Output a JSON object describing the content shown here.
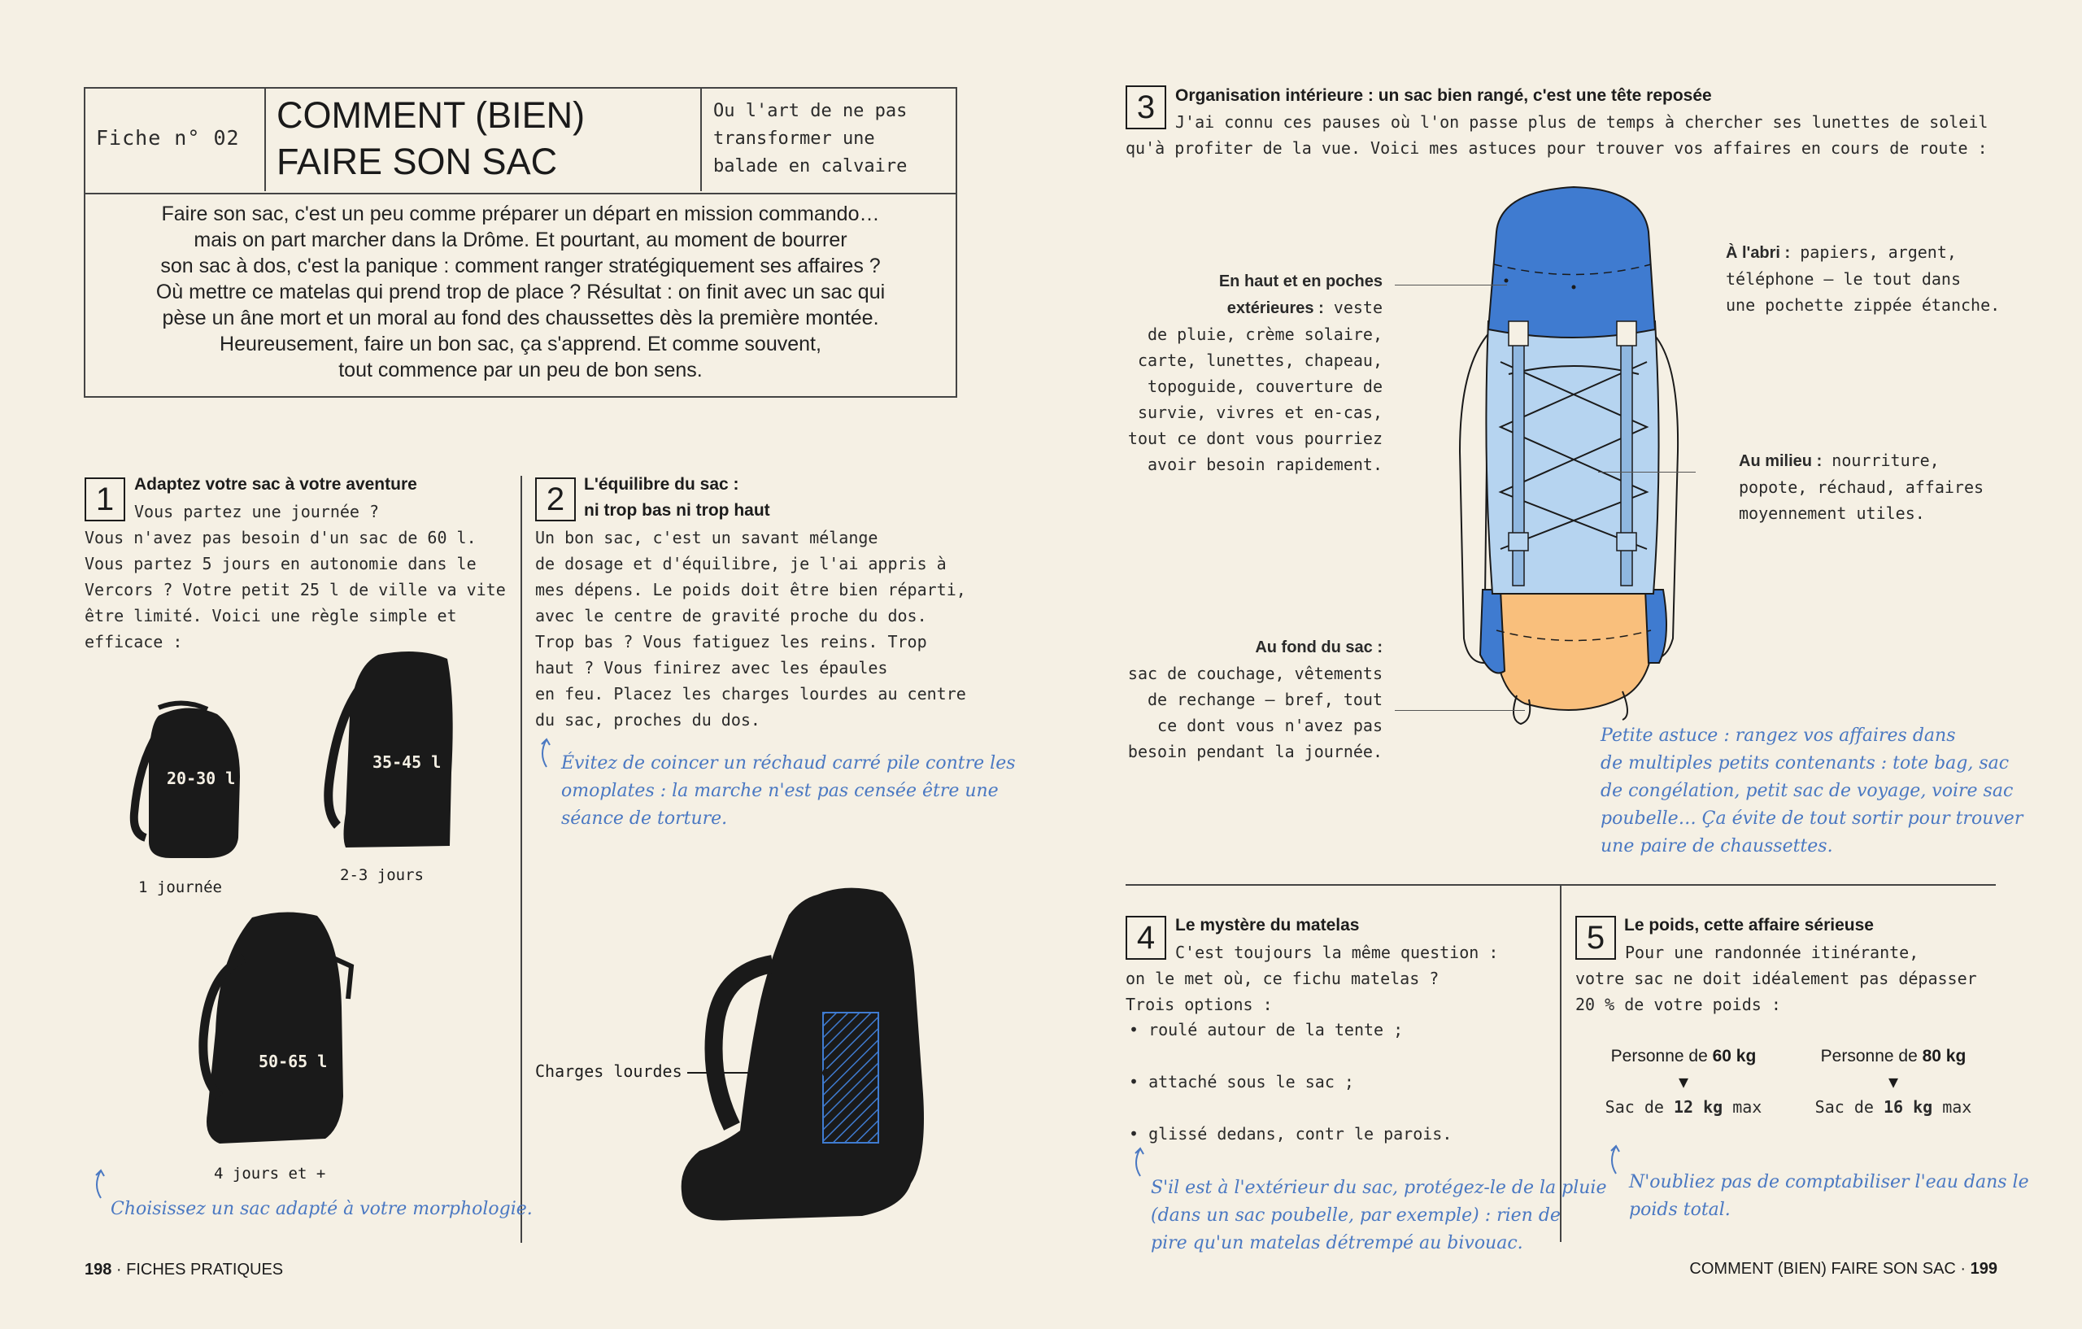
{
  "header": {
    "fiche": "Fiche n° 02",
    "title_line1": "COMMENT (BIEN)",
    "title_line2": "FAIRE SON SAC",
    "subtitle_line1": "Ou l'art de ne pas",
    "subtitle_line2": "transformer une",
    "subtitle_line3": "balade en calvaire"
  },
  "intro": [
    "Faire son sac, c'est un peu comme préparer un départ en mission commando…",
    "mais on part marcher dans la Drôme. Et pourtant, au moment de bourrer",
    "son sac à dos, c'est la panique : comment ranger stratégiquement ses affaires ?",
    "Où mettre ce matelas qui prend trop de place ?  Résultat : on finit avec un sac qui",
    "pèse un âne mort et un moral au fond des chaussettes dès la première montée.",
    "Heureusement, faire un bon sac, ça s'apprend. Et comme souvent,",
    "tout commence par un peu de bon sens."
  ],
  "section1": {
    "number": "1",
    "title": "Adaptez votre sac à votre aventure",
    "lines": [
      "Vous partez une journée ?",
      "Vous n'avez pas besoin d'un sac de 60 l.",
      "Vous partez 5 jours en autonomie dans le",
      "Vercors ? Votre petit 25 l de ville va vite",
      "être limité. Voici une règle simple et",
      "efficace :"
    ],
    "bags": [
      {
        "volume": "20-30 l",
        "caption": "1 journée"
      },
      {
        "volume": "35-45 l",
        "caption": "2-3 jours"
      },
      {
        "volume": "50-65 l",
        "caption": "4 jours et +"
      }
    ],
    "tip": "Choisissez un sac adapté à votre morphologie."
  },
  "section2": {
    "number": "2",
    "title_line1": "L'équilibre du sac :",
    "title_line2": "ni trop bas ni trop haut",
    "lines": [
      "Un bon sac, c'est un savant mélange",
      "de dosage et d'équilibre, je l'ai appris à",
      "mes dépens. Le poids doit être bien réparti,",
      "avec le centre de gravité proche du dos.",
      "Trop bas ? Vous fatiguez les reins. Trop",
      "haut ? Vous finirez avec les épaules",
      "en feu. Placez les charges lourdes au centre",
      "du sac, proches du dos."
    ],
    "tip_lines": [
      "Évitez de coincer un réchaud carré pile contre les",
      "omoplates : la marche n'est pas censée être une",
      "séance de torture."
    ],
    "diagram_label": "Charges lourdes"
  },
  "section3": {
    "number": "3",
    "title": "Organisation intérieure : un sac bien rangé, c'est une tête reposée",
    "lines": [
      "J'ai connu ces pauses où l'on passe plus de temps à chercher ses lunettes de soleil",
      "qu'à profiter de la vue. Voici mes astuces pour trouver vos affaires en cours de route :"
    ],
    "top": {
      "heading1": "En haut et en poches",
      "heading2": "extérieures :",
      "rest": " veste",
      "lines": [
        "de pluie, crème solaire,",
        "carte, lunettes, chapeau,",
        "topoguide, couverture de",
        "survie, vivres et en-cas,",
        "tout ce dont vous pourriez",
        "avoir besoin rapidement."
      ]
    },
    "bottom": {
      "heading": "Au fond du sac :",
      "lines": [
        "sac de couchage, vêtements",
        "de rechange – bref, tout",
        "ce dont vous n'avez pas",
        "besoin pendant la journée."
      ]
    },
    "abri": {
      "heading": "À l'abri :",
      "rest": " papiers, argent,",
      "lines": [
        "téléphone – le tout dans",
        "une pochette zippée étanche."
      ]
    },
    "milieu": {
      "heading": "Au milieu :",
      "rest": " nourriture,",
      "lines": [
        "popote, réchaud, affaires",
        "moyennement utiles."
      ]
    },
    "tip_lines": [
      "Petite astuce : rangez vos affaires dans",
      "de multiples petits contenants : tote bag, sac",
      "de congélation, petit sac de voyage, voire sac",
      "poubelle… Ça évite de tout sortir pour trouver",
      "une paire de chaussettes."
    ]
  },
  "section4": {
    "number": "4",
    "title": "Le mystère du matelas",
    "lines": [
      "C'est toujours la même question :",
      "on le met où, ce fichu matelas ?",
      "Trois options :"
    ],
    "options": [
      "roulé autour de la tente ;",
      "attaché sous le sac ;",
      "glissé dedans, contr le  parois."
    ],
    "tip_lines": [
      "S'il est à l'extérieur du sac, protégez-le de la pluie",
      "(dans un sac poubelle, par exemple) : rien de",
      "pire qu'un matelas détrempé au bivouac."
    ]
  },
  "section5": {
    "number": "5",
    "title": "Le poids, cette affaire sérieuse",
    "lines": [
      "Pour une randonnée itinérante,",
      "votre sac ne doit idéalement pas dépasser",
      "20 % de votre poids :"
    ],
    "cases": [
      {
        "person_prefix": "Personne de ",
        "person_value": "60 kg",
        "bag_prefix": "Sac de ",
        "bag_value": "12 kg",
        "bag_suffix": " max"
      },
      {
        "person_prefix": "Personne de ",
        "person_value": "80 kg",
        "bag_prefix": "Sac de ",
        "bag_value": "16 kg",
        "bag_suffix": " max"
      }
    ],
    "arrow": "▼",
    "tip_lines": [
      "N'oubliez pas de comptabiliser l'eau dans le",
      "poids total."
    ]
  },
  "footer": {
    "left_page": "198",
    "left_label": " · FICHES PRATIQUES",
    "right_label": "COMMENT (BIEN) FAIRE SON SAC · ",
    "right_page": "199"
  },
  "colors": {
    "background": "#f5f0e4",
    "tip_blue": "#4a78c2",
    "pack_top_blue": "#3f7bd0",
    "pack_mid_blue": "#b6d4f0",
    "pack_bottom_orange": "#f9bf7c",
    "silhouette": "#1a1a1a"
  }
}
